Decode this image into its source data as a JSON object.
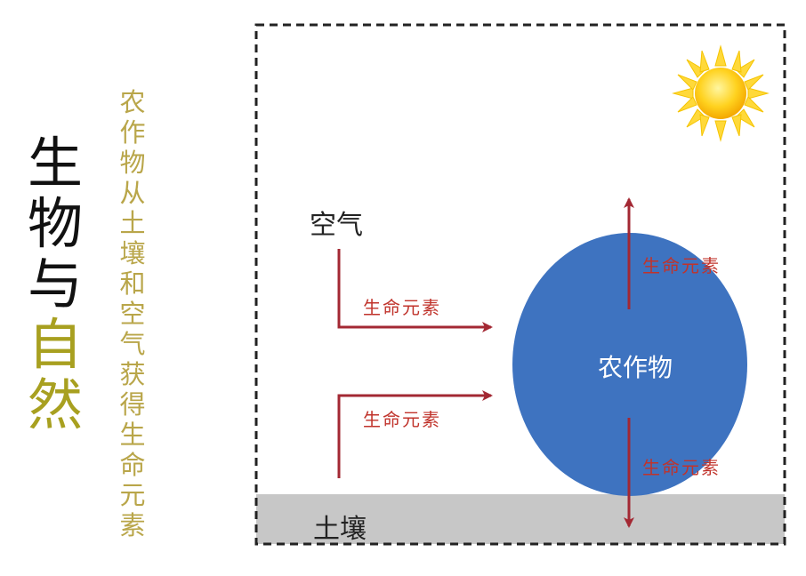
{
  "title": {
    "line1": "生",
    "line2": "物",
    "line3": "与",
    "line4": "自",
    "line5": "然"
  },
  "subtitle": "农作物从土壤和空气获得生命元素",
  "labels": {
    "air": "空气",
    "soil": "土壤",
    "crop": "农作物",
    "element_air": "生命元素",
    "element_soil": "生命元素",
    "element_up": "生命元素",
    "element_down": "生命元素"
  },
  "colors": {
    "arrow": "#a32833",
    "crop_fill": "#3e73c0",
    "soil": "#c7c7c7",
    "title_accent": "#a8a020",
    "subtitle": "#b9a64a"
  },
  "icons": {
    "sun": "sun-icon"
  }
}
